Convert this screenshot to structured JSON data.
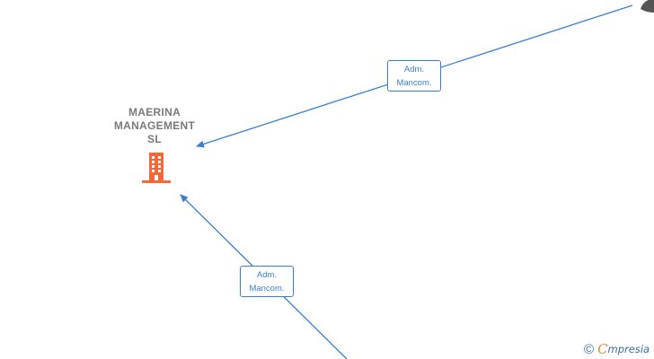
{
  "company": {
    "name_lines": [
      "MAERINA",
      "MANAGEMENT",
      "SL"
    ],
    "icon": "building-icon",
    "icon_color": "#f4683a"
  },
  "relations": [
    {
      "label_lines": [
        "Adm.",
        "Mancom."
      ]
    },
    {
      "label_lines": [
        "Adm.",
        "Mancom."
      ]
    }
  ],
  "colors": {
    "edge": "#3a7ed0",
    "label_text": "#3a7ed0",
    "company_text": "#7a7a7a"
  },
  "watermark": {
    "symbol": "©",
    "brand_initial": "C",
    "brand_rest": "mpresia"
  }
}
